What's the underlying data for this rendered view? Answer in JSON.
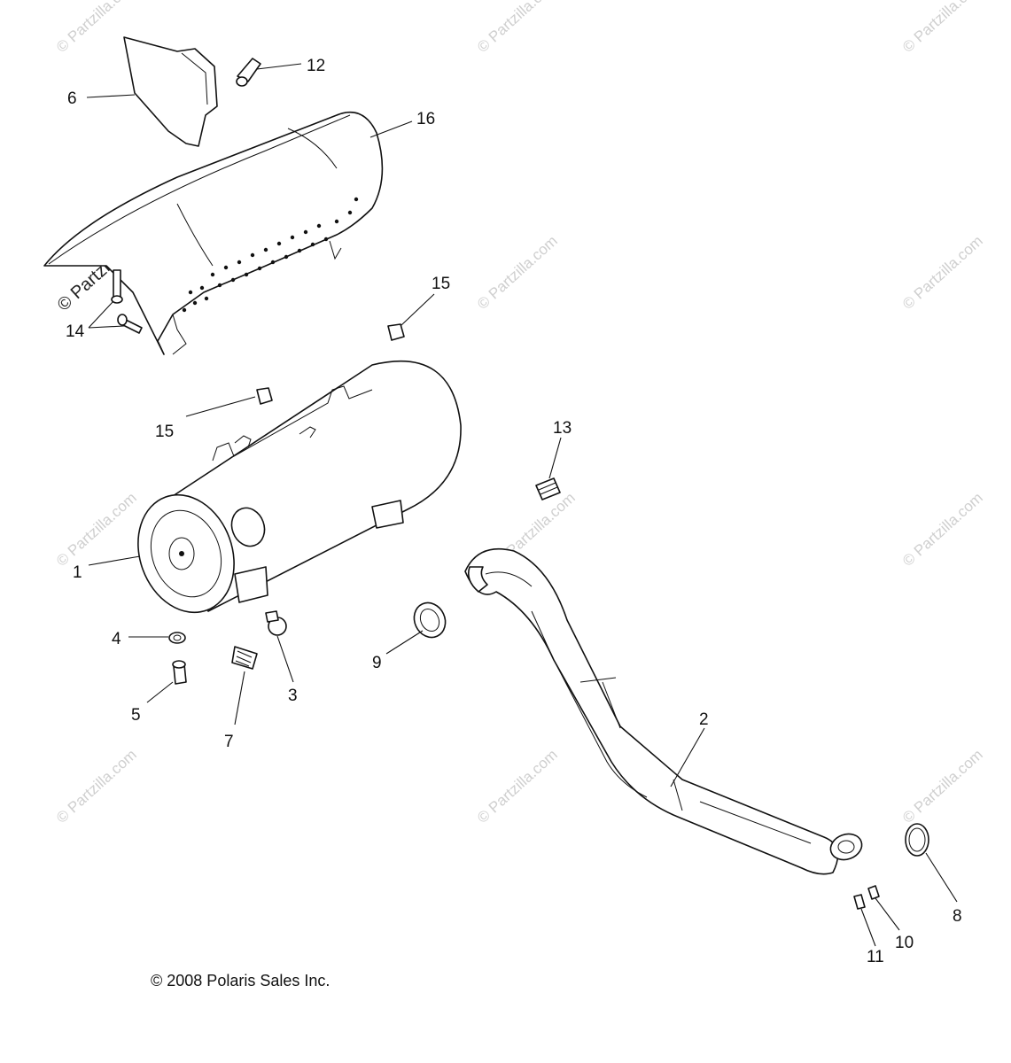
{
  "callouts": [
    "1",
    "2",
    "3",
    "4",
    "5",
    "6",
    "7",
    "8",
    "9",
    "10",
    "11",
    "12",
    "13",
    "14",
    "15",
    "15",
    "16"
  ],
  "watermark": "© Partzilla.com",
  "copyright": "© 2008 Polaris Sales Inc."
}
